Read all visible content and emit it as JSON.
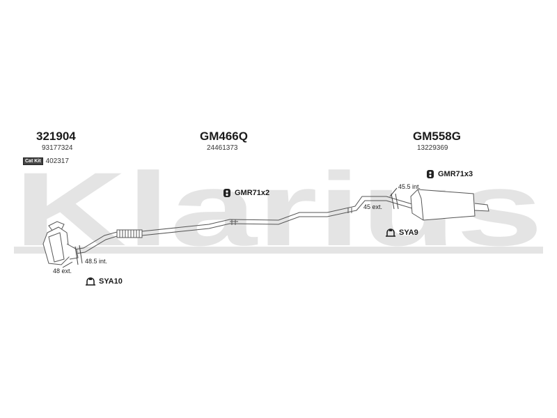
{
  "watermark": {
    "brand": "Klarius"
  },
  "groups": [
    {
      "part_number": "321904",
      "oe_number": "93177324",
      "catkit_badge": "Cat Kit",
      "catkit_number": "402317"
    },
    {
      "part_number": "GM466Q",
      "oe_number": "24461373"
    },
    {
      "part_number": "GM558G",
      "oe_number": "13229369"
    }
  ],
  "accessories": [
    {
      "label": "GMR71x2",
      "icon": "rubber-hanger-icon"
    },
    {
      "label": "GMR71x3",
      "icon": "rubber-hanger-icon"
    },
    {
      "label": "SYA9",
      "icon": "clamp-icon"
    },
    {
      "label": "SYA10",
      "icon": "clamp-icon"
    }
  ],
  "fitments": {
    "front_int": "48.5 int.",
    "front_ext": "48 ext.",
    "rear_int": "45.5 int.",
    "rear_ext": "45 ext."
  },
  "colors": {
    "watermark": "#e3e3e3",
    "pipe": "#666666",
    "text": "#1a1a1a"
  }
}
